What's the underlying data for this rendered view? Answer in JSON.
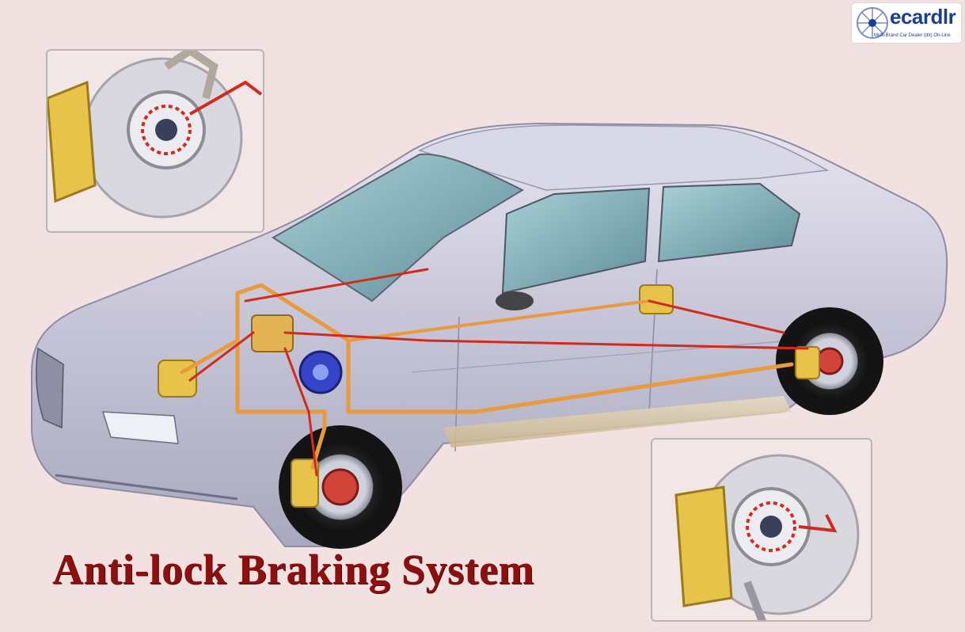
{
  "title": "Anti-lock Braking System",
  "logo": {
    "wordmark": "ecardlr",
    "tagline": "Multi-Brand Car Dealer (dlr) On-Line",
    "icon": "wheel-logo-icon"
  },
  "colors": {
    "background": "#f1e1e1",
    "title": "#8c1010",
    "car_body": "#c4c3d6",
    "brake_line_red": "#d22b1e",
    "brake_line_orange": "#e89a3c",
    "caliper": "#e8c34a",
    "abs_unit": "#3545c8",
    "logo_blue": "#1b3f8f"
  },
  "insets": [
    {
      "name": "front-brake-detail",
      "icon": "disc-brake-sensor-icon"
    },
    {
      "name": "rear-brake-detail",
      "icon": "disc-brake-sensor-icon"
    }
  ]
}
